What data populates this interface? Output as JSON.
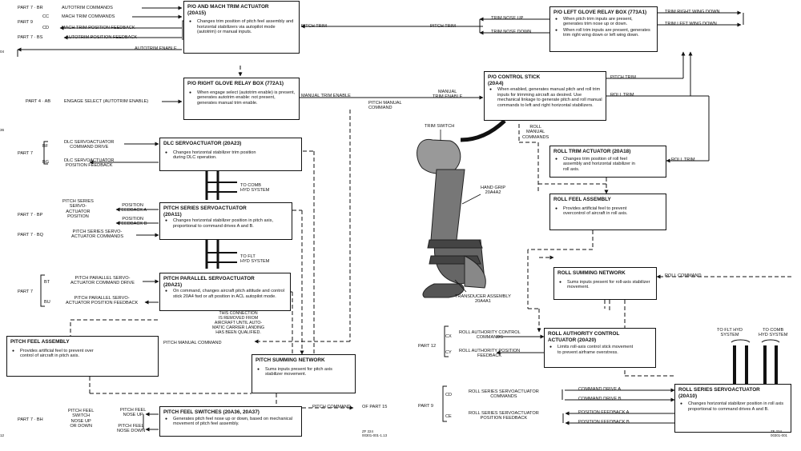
{
  "boxes": {
    "pmt": {
      "title": "P/O AND MACH TRIM ACTUATOR\n(20A15)",
      "desc": "Changes trim position of pitch feel assembly and horizontal stabilizers via autopilot mode (autotrim) or manual inputs."
    },
    "prg": {
      "title": "P/O RIGHT GLOVE RELAY BOX (772A1)",
      "desc": "When engage select (autotrim enable) is present, generates autotrim enable: not present, generates manual trim enable."
    },
    "dlc": {
      "title": "DLC SERVOACTUATOR (20A23)",
      "desc": "Changes horizontal stabilizer trim position during DLC operation."
    },
    "pss": {
      "title": "PITCH SERIES SERVOACTUATOR\n(20A11)",
      "desc": "Changes horizontal stabilizer position in pitch axis, proportional to command drives A and B."
    },
    "pps": {
      "title": "PITCH PARALLEL SERVOACTUATOR\n(20A21)",
      "desc": "On command, changes aircraft pitch attitude and control stick 20A4 fwd or aft position in ACL autopilot mode."
    },
    "pfa": {
      "title": "PITCH FEEL ASSEMBLY",
      "desc": "Provides artificial feel to prevent over control of aircraft in pitch axis."
    },
    "psn": {
      "title": "PITCH SUMMING NETWORK",
      "desc": "Sums inputs present for pitch axis stabilizer movement."
    },
    "pfs": {
      "title": "PITCH FEEL SWITCHES (20A36, 20A37)",
      "desc": "Generates pitch feel nose up or down, based on mechanical movement of pitch feel assembly."
    },
    "plg": {
      "title": "P/O LEFT GLOVE RELAY BOX (773A1)",
      "desc": "When pitch trim inputs are present, generates trim nose up or down.",
      "desc2": "When roll trim inputs are present, generates trim right wing down or left wing down."
    },
    "pcs": {
      "title": "P/O CONTROL STICK\n(20A4)",
      "desc": "When enabled, generates manual pitch and roll trim inputs for trimming aircraft as desired. Use mechanical linkage to generate pitch and roll manual commands to left and right horizontal stabilizers."
    },
    "rta": {
      "title": "ROLL TRIM ACTUATOR (20A18)",
      "desc": "Changes trim position of roll feel assembly and horizontal stabilizer in roll axis."
    },
    "rfa": {
      "title": "ROLL FEEL ASSEMBLY",
      "desc": "Provides artificial feel to prevent overcontrol of aircraft in roll axis."
    },
    "rsn": {
      "title": "ROLL SUMMING NETWORK",
      "desc": "Sums inputs present for roll-axis stabilizer movement."
    },
    "rac": {
      "title": "ROLL AUTHORITY CONTROL\nACTUATOR (20A20)",
      "desc": "Limits roll-axis control stick movement to prevent airframe overstress."
    },
    "rss": {
      "title": "ROLL SERIES SERVOACTUATOR\n(20A10)",
      "desc": "Changes horizontal stabilizer position in roll axis proportional to command drives A and B."
    }
  },
  "labels": {
    "part7br": "PART 7 · BR",
    "autotrim_commands": "AUTOTRIM COMMANDS",
    "part9": "PART 9",
    "cc": "CC",
    "mach_trim_commands": "MACH TRIM COMMANDS",
    "cd": "CD",
    "mach_trim_feedback": "MACH TRIM POSITION FEEDBACK",
    "part7bs": "PART 7 · BS",
    "autotrim_feedback": "AUTOTRIM POSITION FEEDBACK",
    "autotrim_enable": "AUTOTRIM ENABLE",
    "part4ab": "PART 4 · AB",
    "engage_select": "ENGAGE SELECT (AUTOTRIM ENABLE)",
    "manual_trim_enable": "MANUAL TRIM ENABLE",
    "manual_trim_enable2": "MANUAL\nTRIM ENABLE",
    "pitch_trim": "PITCH TRIM",
    "pitch_trim_2": "PITCH TRIM",
    "trim_nose_up": "TRIM NOSE UP",
    "trim_nose_down": "TRIM NOSE DOWN",
    "trim_rwd": "TRIM RIGHT WING DOWN",
    "trim_lwd": "TRIM LEFT WING DOWN",
    "pitch_trim_3": "PITCH TRIM",
    "roll_trim": "ROLL TRIM",
    "roll_trim_2": "ROLL TRIM",
    "pitch_manual_command": "PITCH MANUAL\nCOMMAND",
    "trim_switch": "TRIM SWITCH",
    "roll_manual_commands": "ROLL\nMANUAL\nCOMMANDS",
    "hand_grip": "HAND GRIP\n20A4A2",
    "transducer": "TRANSDUCER ASSEMBLY\n20A4A1",
    "part7a": "PART 7",
    "bf": "BF",
    "bg": "BG",
    "dlc_cmd": "DLC SERVOACTUATOR\nCOMMAND DRIVE",
    "dlc_fb": "DLC SERVOACTUATOR\nPOSITION FEEDBACK",
    "to_comb_hyd": "TO COMB\nHYD SYSTEM",
    "pitch_series_servo_actuator": "PITCH SERIES\nSERVO-\nACTUATOR\nPOSITION",
    "position_feedback_a": "POSITION\nFEEDBACK A",
    "position_feedback_b": "POSITION\nFEEDBACK B",
    "part7bp": "PART 7 · BP",
    "part7bq": "PART 7 · BQ",
    "pss_commands": "PITCH SERIES SERVO-\nACTUATOR COMMANDS",
    "to_flt_hyd": "TO FLT\nHYD SYSTEM",
    "part7b": "PART 7",
    "bt": "BT",
    "bu": "BU",
    "pps_cmd": "PITCH PARALLEL SERVO-\nACTUATOR COMMAND DRIVE",
    "pps_fb": "PITCH PARALLEL SERVO-\nACTUATOR POSITION FEEDBACK",
    "connection_note": "THIS CONNECTION\nIS REMOVED FROM\nAIRCRAFT UNTIL AUTO-\nMATIC CARRIER LANDING\nHAS BEEN QUALIFIED.",
    "pitch_manual_command2": "PITCH MANUAL COMMAND",
    "pitch_command": "PITCH COMMAND",
    "of_part15": "OF PART 15",
    "part7bh": "PART 7 · BH",
    "pitch_feel_switch": "PITCH FEEL\nSWITCH\nNOSE UP\nOR DOWN",
    "pf_nose_up": "PITCH FEEL\nNOSE UP",
    "pf_nose_down": "PITCH FEEL\nNOSE DOWN",
    "roll_command": "ROLL COMMAND",
    "part12": "PART 12",
    "cx": "CX",
    "cy": "CY",
    "rac_commands": "ROLL AUTHORITY CONTROL\nCOMMANDS",
    "rac_fb": "ROLL AUTHORITY POSITION\nFEEDBACK",
    "to_flt_hyd2": "TO FLT HYD\nSYSTEM",
    "to_comb_hyd2": "TO COMB\nHYD SYSTEM",
    "part9b": "PART 9",
    "cd2": "CD",
    "ce": "CE",
    "rss_commands": "ROLL SERIES SERVOACTUATOR\nCOMMANDS",
    "rss_fb": "ROLL SERIES SERVOACTUATOR\nPOSITION FEEDBACK",
    "cmd_drive_a": "COMMAND DRIVE A",
    "cmd_drive_b": "COMMAND DRIVE B",
    "pos_fb_a": "POSITION FEEDBACK A",
    "pos_fb_b": "POSITION FEEDBACK B",
    "code_left": "ZF 224\n00301-001-1.13",
    "code_right": "ZF 224\n00301-001",
    "margin_04": "04",
    "margin_36": "36",
    "margin_12": "12"
  }
}
